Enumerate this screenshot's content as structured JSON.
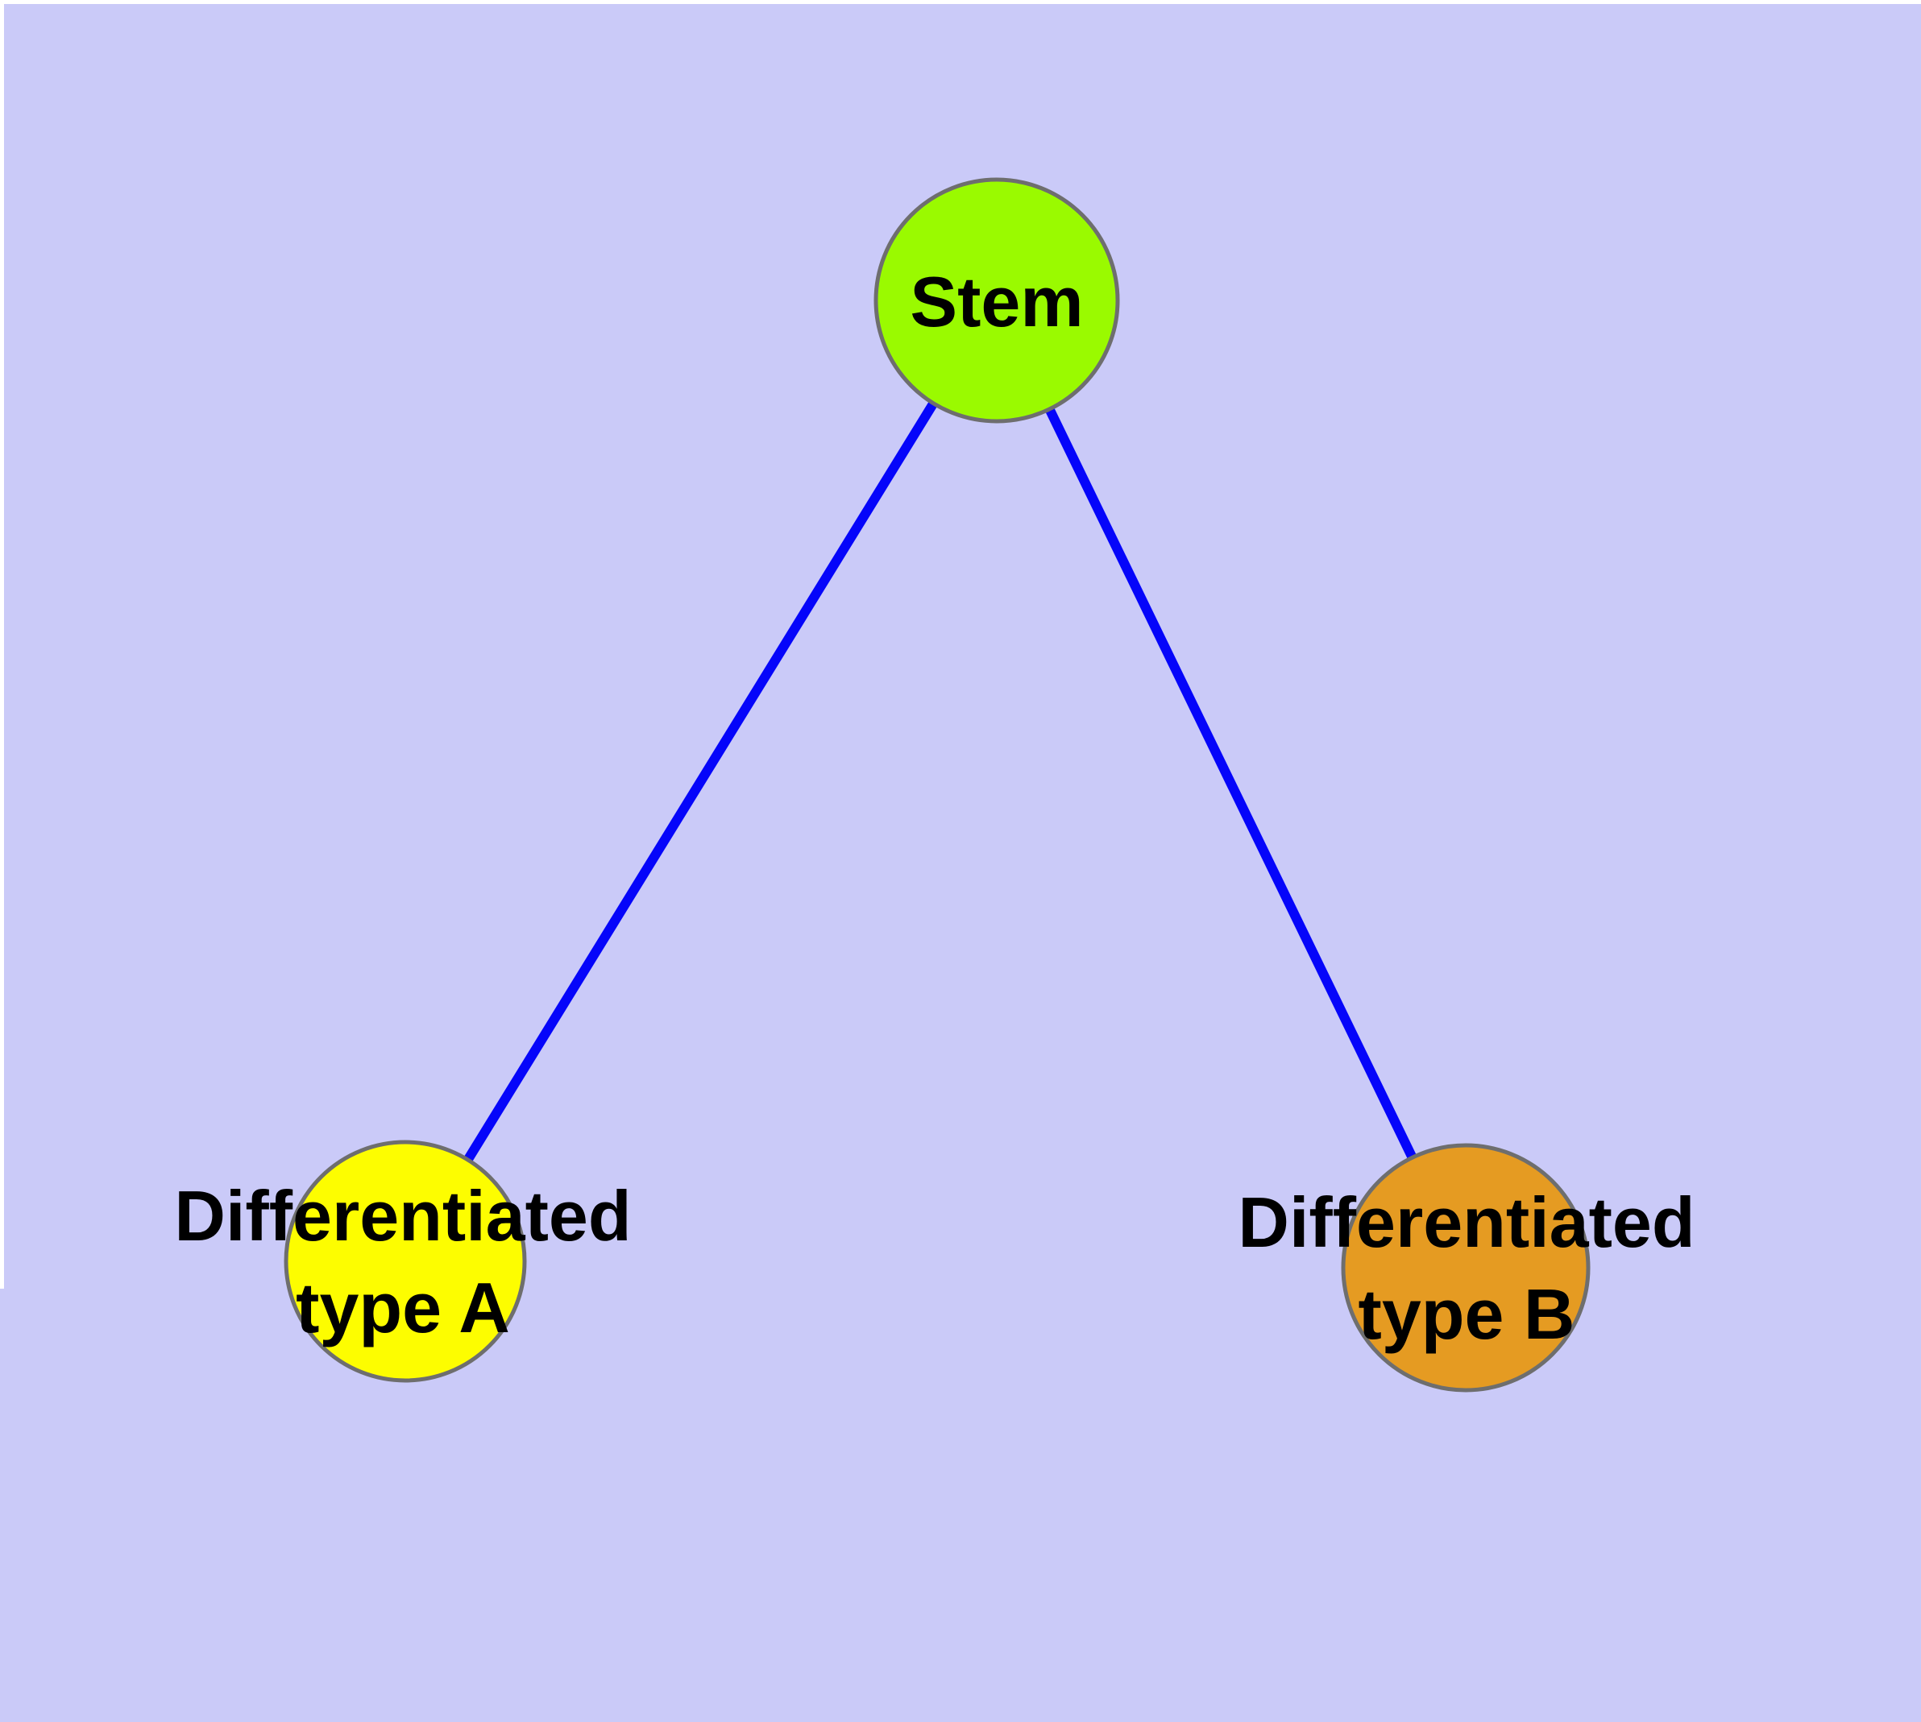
{
  "diagram": {
    "background_color": "#cacaf8",
    "frame_color": "#ffffff",
    "edge_color": "#0505fa",
    "node_border_color": "#6e6e6e",
    "label_color": "#000000",
    "nodes": [
      {
        "id": "stem",
        "label": "Stem",
        "line1": "Stem",
        "fill": "#9afa00"
      },
      {
        "id": "differentiated-type-a",
        "label": "Differentiated type A",
        "line1": "Differentiated",
        "line2": "type A",
        "fill": "#fdfd00"
      },
      {
        "id": "differentiated-type-b",
        "label": "Differentiated type B",
        "line1": "Differentiated",
        "line2": "type B",
        "fill": "#e59b22"
      }
    ],
    "edges": [
      {
        "from": "stem",
        "to": "differentiated-type-a"
      },
      {
        "from": "stem",
        "to": "differentiated-type-b"
      }
    ]
  }
}
